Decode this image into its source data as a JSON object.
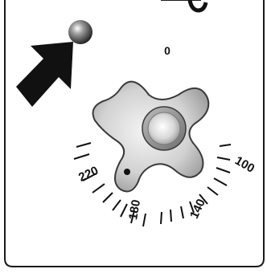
{
  "knob": {
    "top_label": "0",
    "scale_labels": [
      {
        "text": "220",
        "rotation": -25
      },
      {
        "text": "180",
        "rotation": -80
      },
      {
        "text": "140",
        "rotation": -65
      },
      {
        "text": "100",
        "rotation": 30
      }
    ]
  },
  "colors": {
    "outline": "#1a1a1a",
    "ink": "#111111",
    "handle_light": "#f4f4f4",
    "handle_dark": "#8a8a8a"
  }
}
